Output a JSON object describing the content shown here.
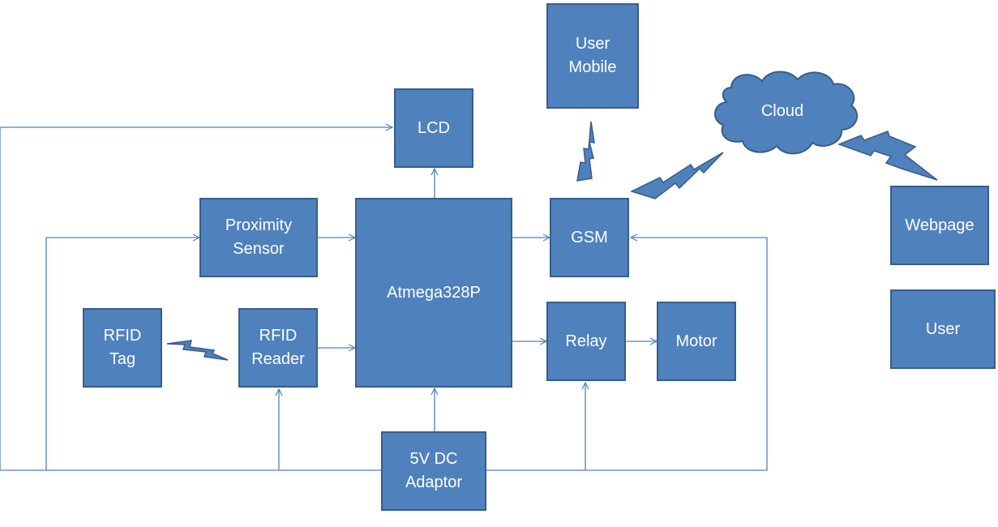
{
  "diagram": {
    "blocks": {
      "lcd": "LCD",
      "user_mobile": "User\nMobile",
      "proximity_sensor": "Proximity\nSensor",
      "atmega": "Atmega328P",
      "gsm": "GSM",
      "webpage": "Webpage",
      "user": "User",
      "rfid_tag": "RFID\nTag",
      "rfid_reader": "RFID\nReader",
      "relay": "Relay",
      "motor": "Motor",
      "adaptor": "5V DC\nAdaptor"
    },
    "cloud": "Cloud"
  },
  "colors": {
    "block_fill": "#4f81bd",
    "block_border": "#385d8a",
    "wire": "#4f81bd",
    "text": "#ffffff"
  }
}
